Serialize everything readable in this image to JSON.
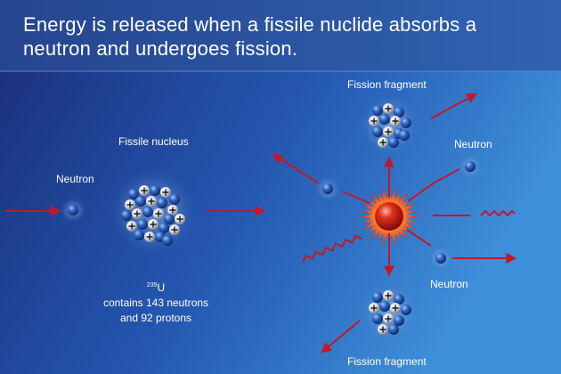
{
  "title": "Energy is released when a fissile nuclide absorbs a neutron and undergoes fission.",
  "labels": {
    "neutron_incoming": "Neutron",
    "fissile_nucleus": "Fissile nucleus",
    "fragment_top": "Fission fragment",
    "neutron_right_upper": "Neutron",
    "neutron_right_lower": "Neutron",
    "fragment_bottom": "Fission fragment"
  },
  "nucleus_info": {
    "mass_number": "235",
    "element": "U",
    "line1": "contains 143 neutrons",
    "line2": "and 92 protons"
  },
  "colors": {
    "background_dark": "#1c2f7a",
    "background_light": "#3f8ed8",
    "header_band": "#2a4f9a",
    "arrow": "#c0182a",
    "neutron": "#2b5fb0",
    "proton": "#e8e8ec",
    "flash": "#e03a1a"
  },
  "icons": [
    "arrow-icon",
    "neutron-icon",
    "proton-icon",
    "gamma-wave-icon",
    "energy-flash-icon"
  ]
}
